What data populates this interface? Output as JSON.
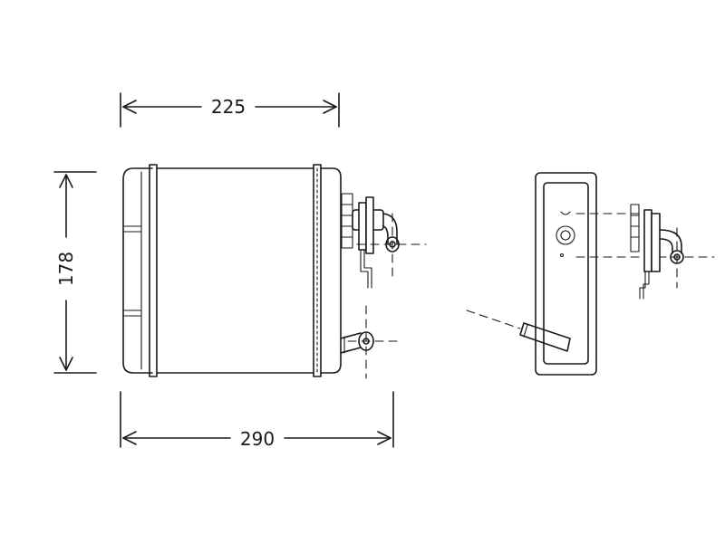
{
  "dimensions": {
    "top_width": "225",
    "bottom_width": "290",
    "height": "178"
  }
}
